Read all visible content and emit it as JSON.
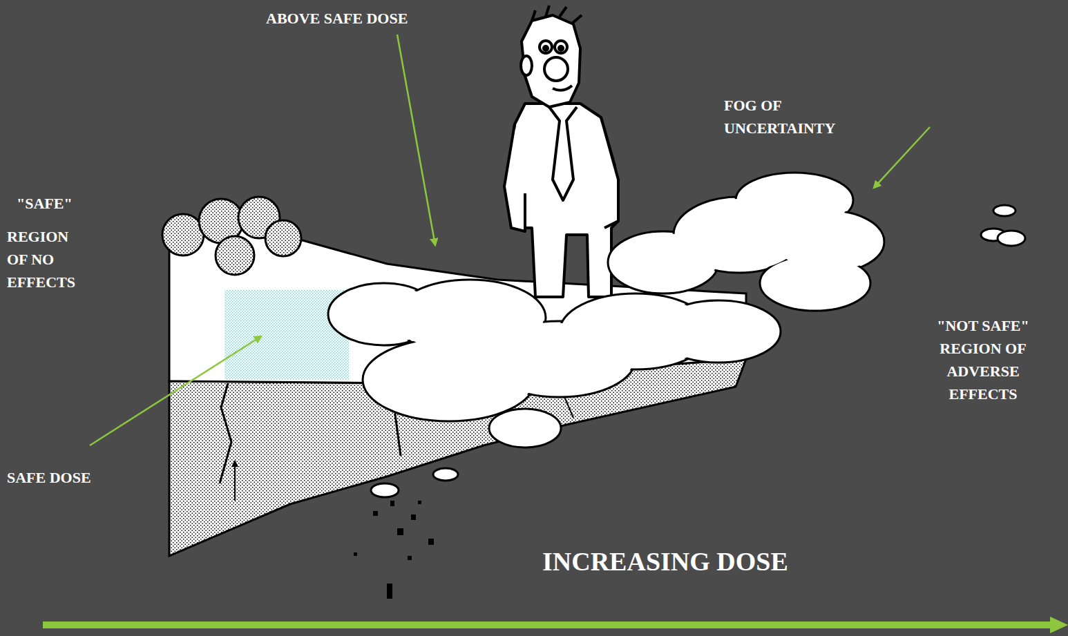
{
  "diagram": {
    "labels": [
      "ABOVE SAFE DOSE",
      "FOG OF UNCERTAINTY",
      "\"SAFE\"",
      "REGION OF NO EFFECTS",
      "SAFE DOSE",
      "\"NOT SAFE\" REGION OF ADVERSE EFFECTS",
      "INCREASING DOSE"
    ]
  }
}
